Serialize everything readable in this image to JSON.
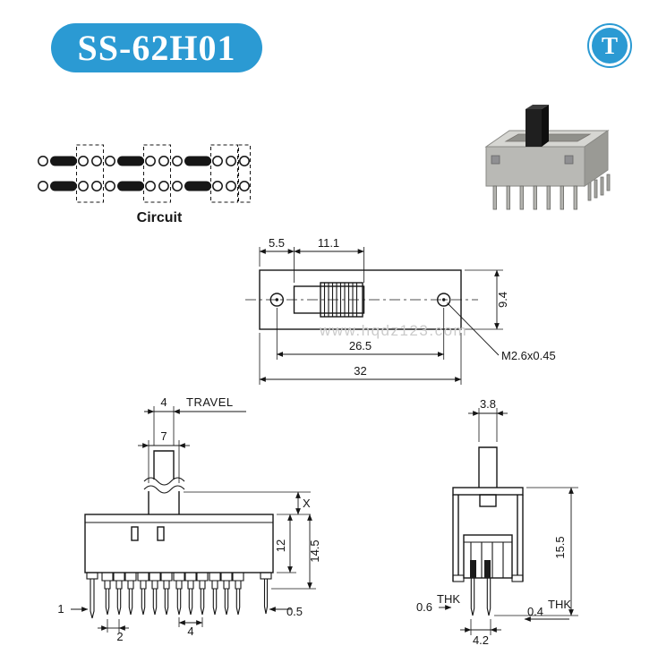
{
  "colors": {
    "accent": "#2b9ad3"
  },
  "header": {
    "model": "SS-62H01",
    "logo_letter": "T"
  },
  "watermark_text": "www.hqdz123.com",
  "circuit": {
    "label": "Circuit"
  },
  "top_view": {
    "dim_left_offset": "5.5",
    "dim_slot_width": "11.1",
    "dim_height": "9.4",
    "dim_hole_spacing": "26.5",
    "dim_total_width": "32",
    "thread_spec": "M2.6x0.45"
  },
  "front_view": {
    "dim_stem_width": "4",
    "travel_label": "TRAVEL",
    "dim_knob_width": "7",
    "dim_x": "X",
    "dim_body_height": "12",
    "dim_total_height": "14.5",
    "dim_mount_pin": "1",
    "dim_pin_pitch": "2",
    "dim_pin_span": "4",
    "dim_right_pin": "0.5"
  },
  "side_view": {
    "dim_stem_depth": "3.8",
    "dim_total_height": "15.5",
    "dim_thk_left_value": "0.6",
    "dim_thk_left_label": "THK",
    "dim_thk_right_value": "0.4",
    "dim_thk_right_label": "THK",
    "dim_pin_span": "4.2"
  }
}
